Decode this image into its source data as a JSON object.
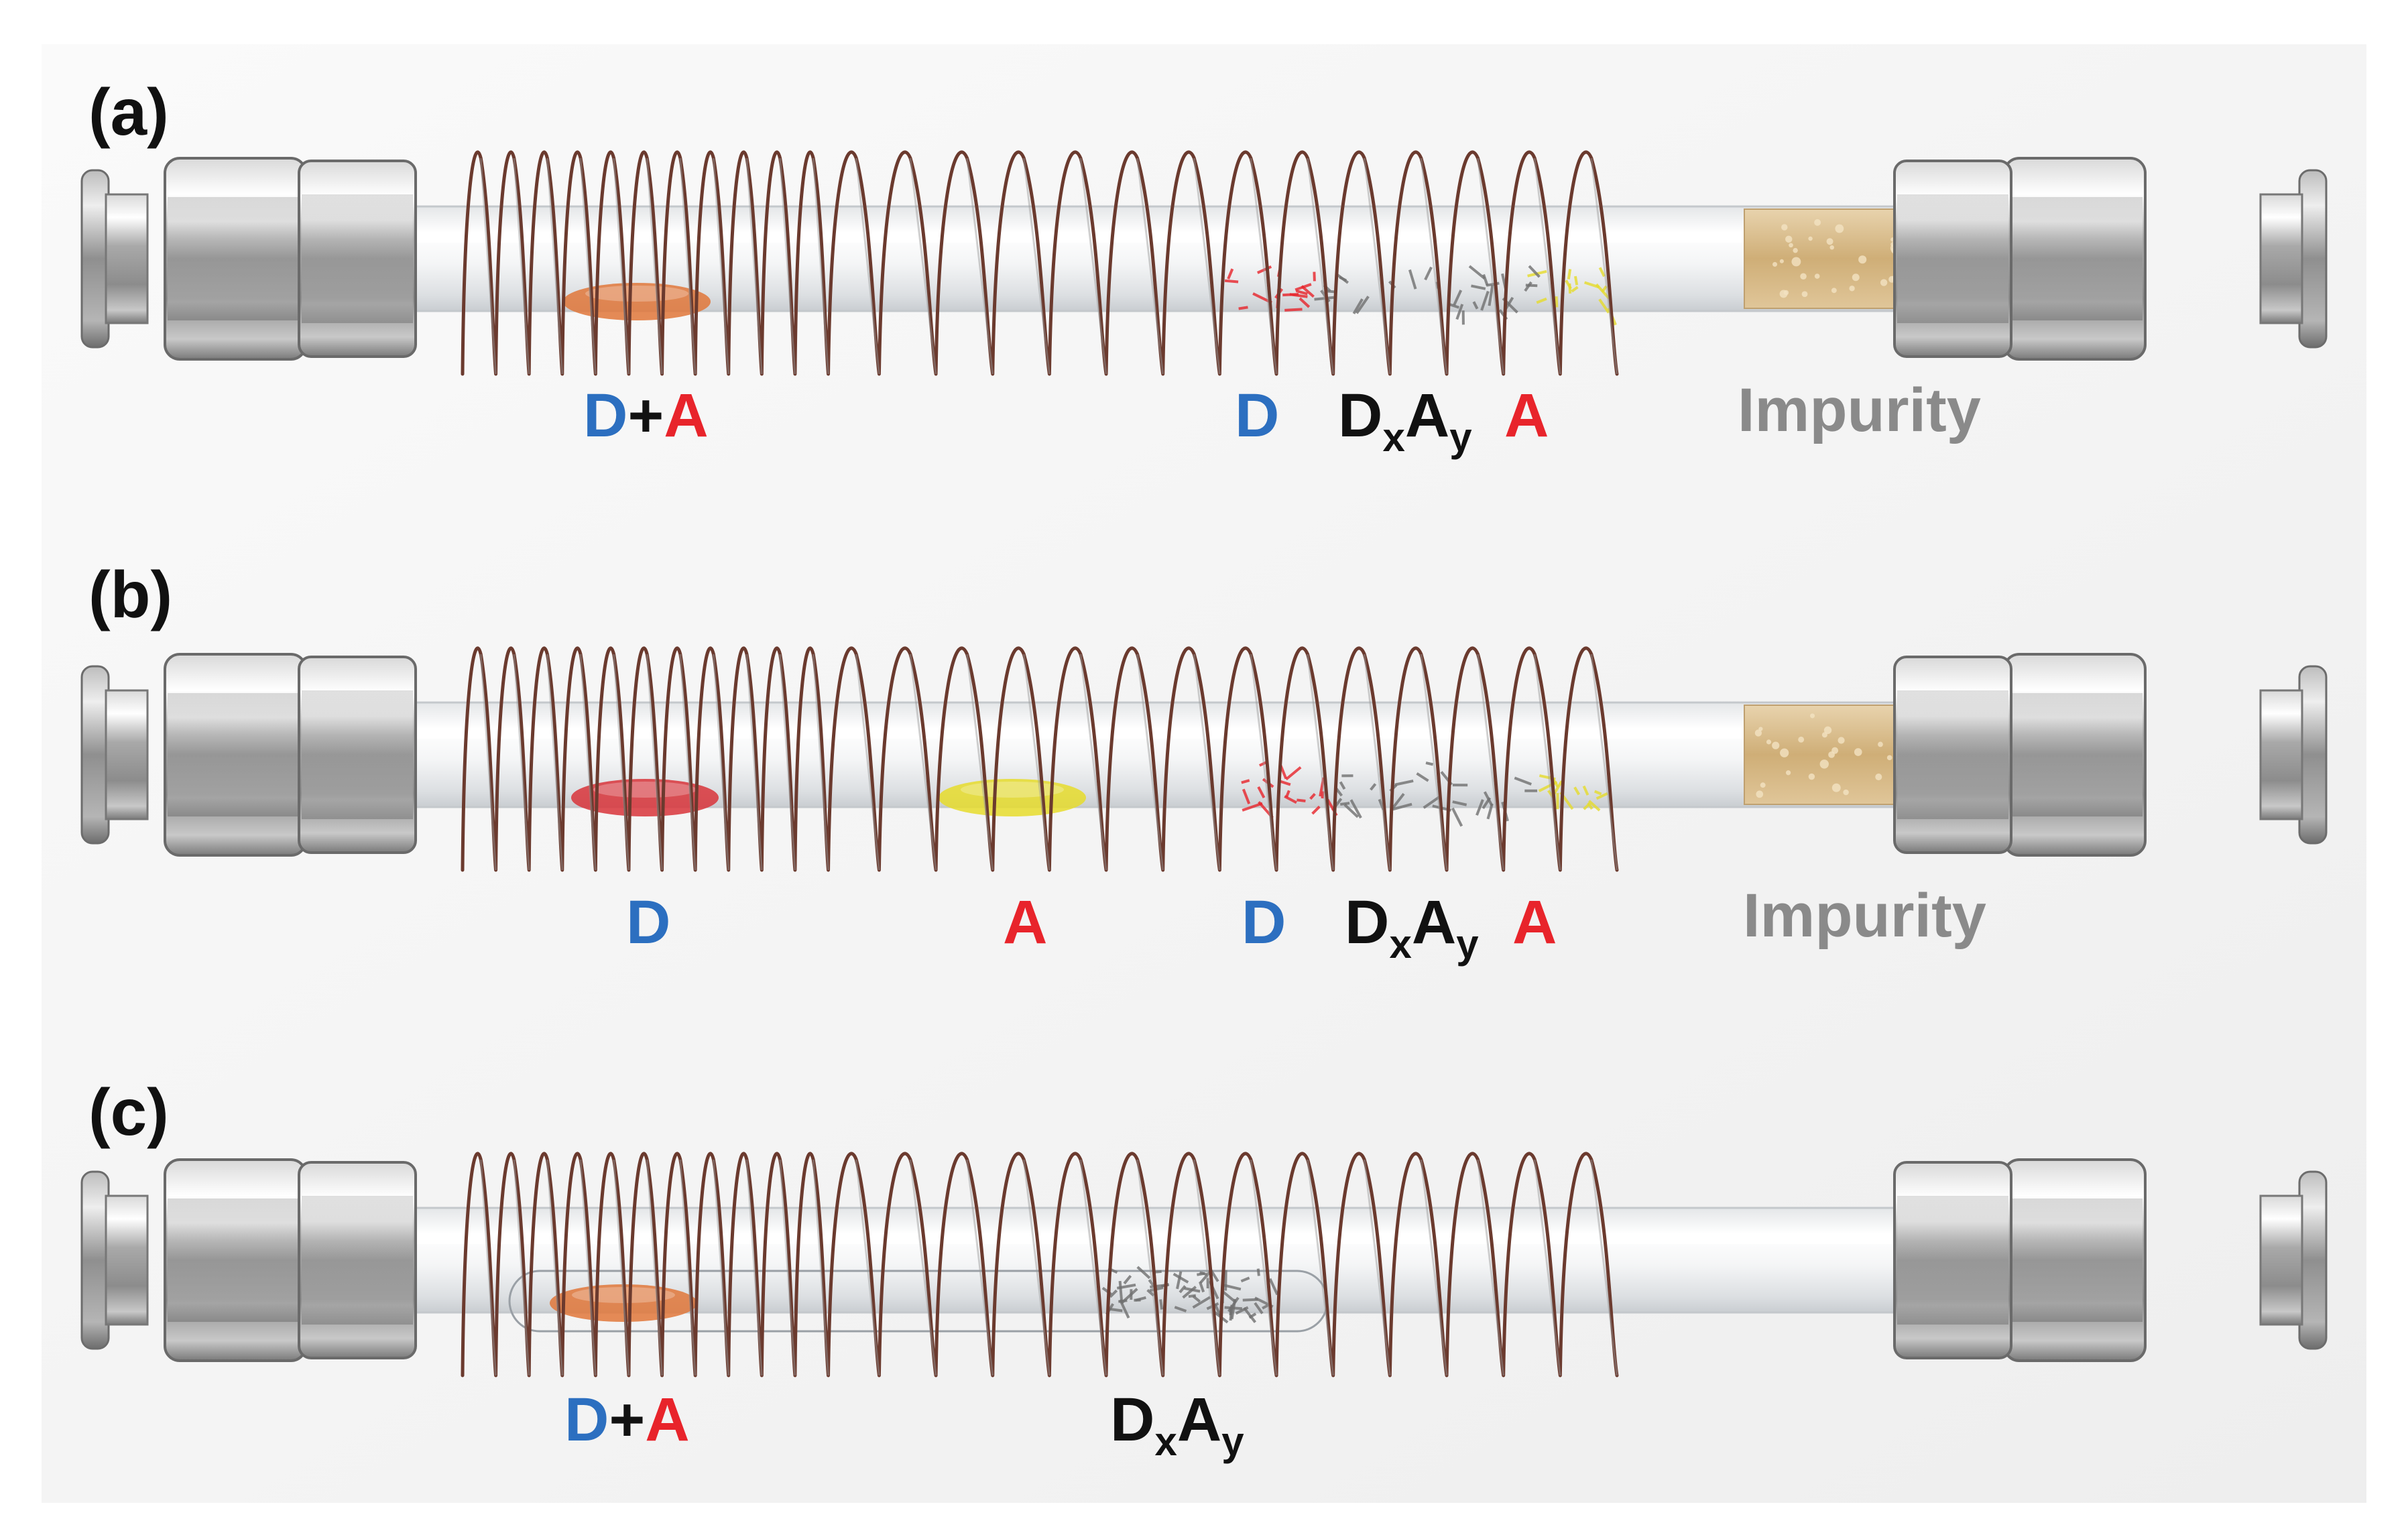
{
  "colors": {
    "donor": "#2c6fc0",
    "acceptor": "#e8242b",
    "complex": "#111111",
    "impurity_text": "#8a8a8a",
    "coil": "#6b3a2e",
    "orange_blob": "#e0773a",
    "red_blob": "#d8343a",
    "yellow_blob": "#e6dc2c",
    "impurity_plug": "#d2b27e"
  },
  "panels": [
    {
      "letter": "(a)",
      "labels": {
        "d_plus": "D",
        "plus": "+",
        "a_plus": "A",
        "d": "D",
        "complex_d": "D",
        "complex_x": "x",
        "complex_a": "A",
        "complex_y": "y",
        "a": "A",
        "impurity": "Impurity"
      }
    },
    {
      "letter": "(b)",
      "labels": {
        "d_left": "D",
        "a_mid": "A",
        "d": "D",
        "complex_d": "D",
        "complex_x": "x",
        "complex_a": "A",
        "complex_y": "y",
        "a": "A",
        "impurity": "Impurity"
      }
    },
    {
      "letter": "(c)",
      "labels": {
        "d_plus": "D",
        "plus": "+",
        "a_plus": "A",
        "complex_d": "D",
        "complex_x": "x",
        "complex_a": "A",
        "complex_y": "y"
      }
    }
  ]
}
